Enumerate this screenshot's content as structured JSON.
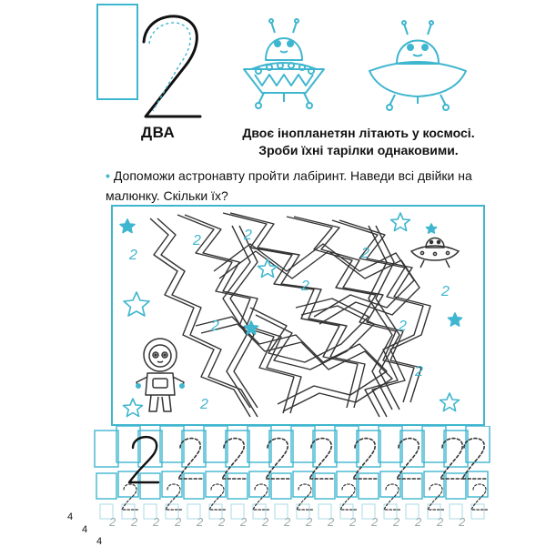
{
  "page": {
    "digit": "2",
    "digit_word": "ДВА",
    "task1_line1": "Двоє інопланетян літають у космосі.",
    "task1_line2": "Зроби їхні тарілки однаковими.",
    "task2_text": "Допоможи астронавту пройти лабіринт. Наведи всі двійки на малюнку. Скільки їх?",
    "maze_digit": "2",
    "trace_digit": "2",
    "page_numbers": [
      "4",
      "4",
      "4"
    ]
  },
  "colors": {
    "accent": "#3fb6cf",
    "ink": "#111111"
  },
  "icons": [
    "ufo-icon",
    "alien-icon",
    "star-icon",
    "astronaut-icon"
  ]
}
